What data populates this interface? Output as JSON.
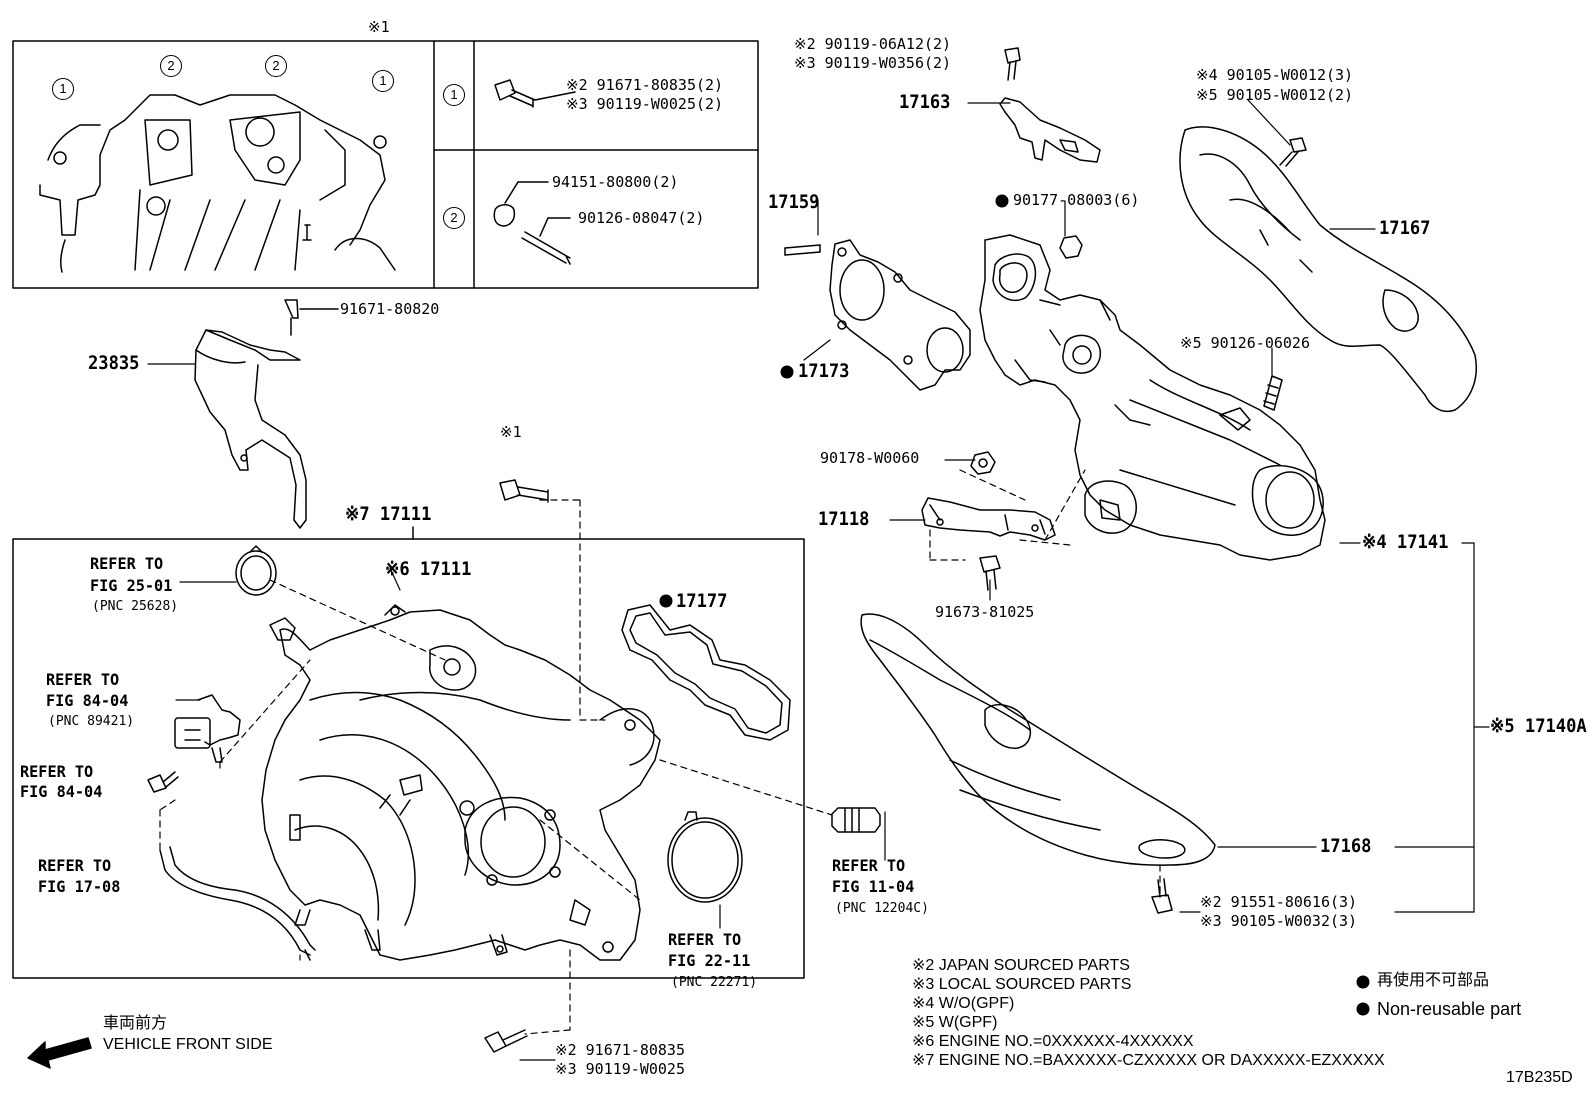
{
  "inset": {
    "mark": "※1",
    "callouts": [
      "1",
      "2",
      "2",
      "1"
    ],
    "rows": [
      {
        "num": "1",
        "parts": [
          "※2 91671-80835(2)",
          "※3 90119-W0025(2)"
        ]
      },
      {
        "num": "2",
        "parts": [
          "94151-80800(2)",
          "90126-08047(2)"
        ]
      }
    ]
  },
  "left": {
    "bolt_91671_80820": "91671-80820",
    "p23835": "23835",
    "mark1_bolt": "※1",
    "box_title": "※7 17111",
    "inner_17111": "※6 17111",
    "p17177": "17177",
    "ref_25": [
      "REFER TO",
      "FIG 25-01",
      "(PNC 25628)"
    ],
    "ref_84a": [
      "REFER TO",
      "FIG 84-04",
      "(PNC 89421)"
    ],
    "ref_84b": [
      "REFER TO",
      "FIG 84-04"
    ],
    "ref_17": [
      "REFER TO",
      "FIG 17-08"
    ],
    "ref_22": [
      "REFER TO",
      "FIG 22-11",
      "(PNC 22271)"
    ],
    "ref_11": [
      "REFER TO",
      "FIG 11-04",
      "(PNC 12204C)"
    ],
    "bottom_bolt": [
      "※2 91671-80835",
      "※3 90119-W0025"
    ],
    "front_jp": "車両前方",
    "front_en": "VEHICLE FRONT SIDE"
  },
  "right": {
    "top_bolt": [
      "※2 90119-06A12(2)",
      "※3 90119-W0356(2)"
    ],
    "p17163": "17163",
    "p17159": "17159",
    "p17173": "17173",
    "nut_90177": "90177-08003(6)",
    "shield_bolt": [
      "※4 90105-W0012(3)",
      "※5 90105-W0012(2)"
    ],
    "p17167": "17167",
    "stud_90126": "※5 90126-06026",
    "nut_90178": "90178-W0060",
    "p17118": "17118",
    "bolt_91673": "91673-81025",
    "p17141": "※4 17141",
    "p17140A": "※5 17140A",
    "p17168": "17168",
    "bolt_bottom": [
      "※2 91551-80616(3)",
      "※3 90105-W0032(3)"
    ]
  },
  "notes": [
    "※2  JAPAN SOURCED PARTS",
    "※3  LOCAL SOURCED PARTS",
    "※4  W/O(GPF)",
    "※5  W(GPF)",
    "※6 ENGINE NO.=0XXXXXX-4XXXXXX",
    "※7 ENGINE NO.=BAXXXXX-CZXXXXX OR DAXXXXX-EZXXXXX"
  ],
  "legend": {
    "jp": "再使用不可部品",
    "en": "Non-reusable part"
  },
  "code": "17B235D"
}
